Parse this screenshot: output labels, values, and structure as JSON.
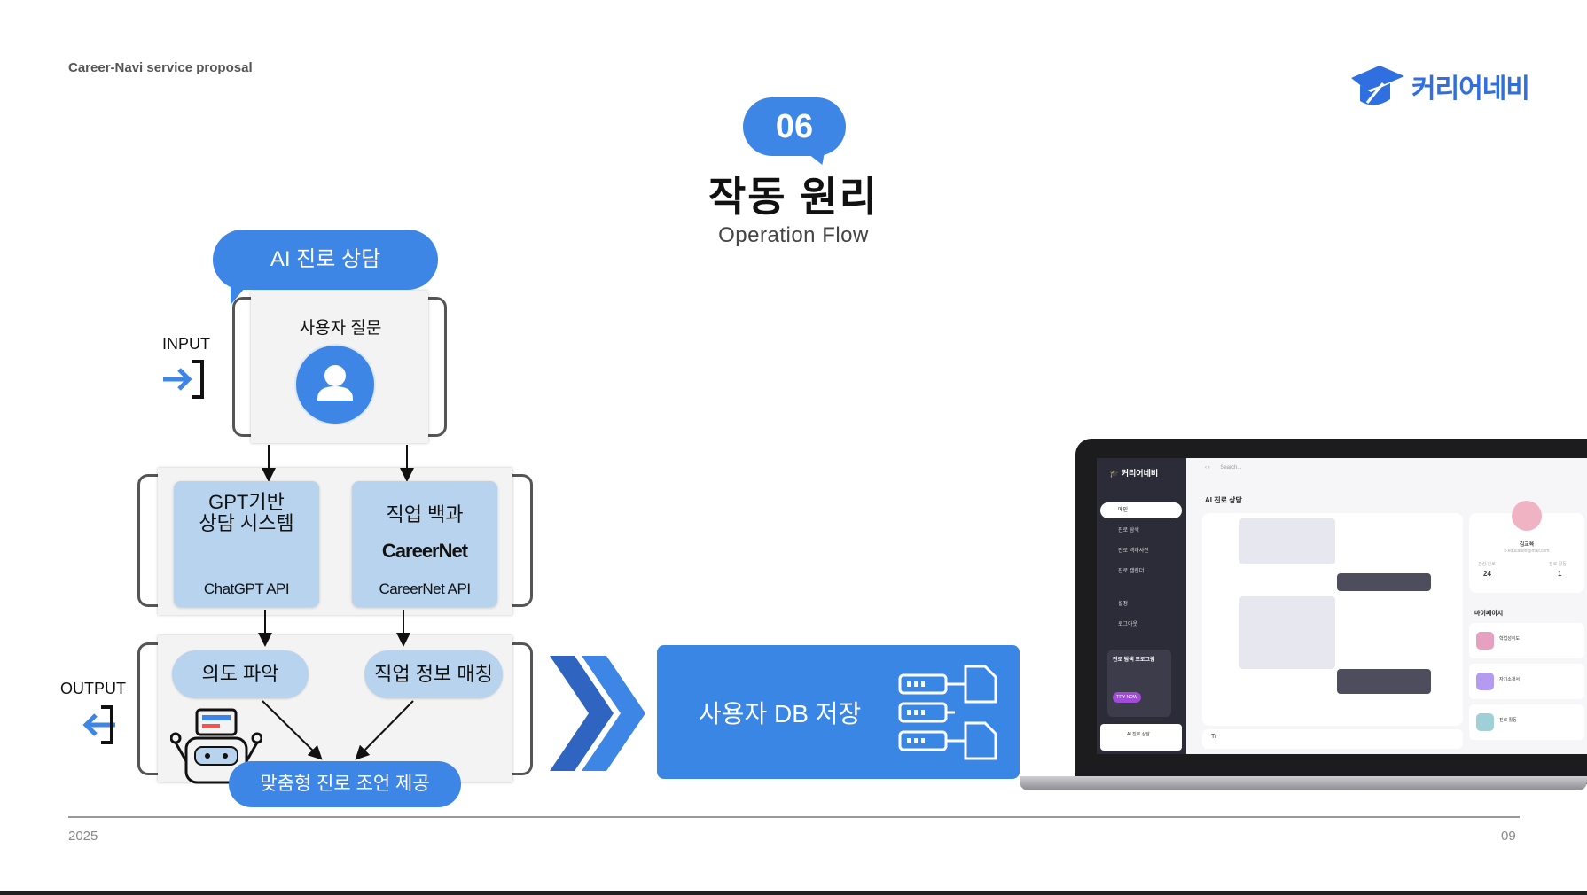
{
  "header": {
    "brand": "Career-Navi service proposal",
    "logo_text": "커리어네비"
  },
  "section": {
    "number": "06",
    "title": "작동 원리",
    "subtitle": "Operation Flow"
  },
  "diagram": {
    "top_pill": "AI 진로 상담",
    "input_label": "INPUT",
    "output_label": "OUTPUT",
    "user_question": "사용자 질문",
    "card_gpt": {
      "title_line1": "GPT기반",
      "title_line2": "상담 시스템",
      "api": "ChatGPT API"
    },
    "card_job": {
      "title": "직업 백과",
      "logo": "CareerNet",
      "api": "CareerNet API"
    },
    "oval_intent": "의도 파악",
    "oval_match": "직업 정보 매칭",
    "result_pill": "맞춤형 진로 조언 제공",
    "db_label": "사용자 DB 저장"
  },
  "screen": {
    "app_name": "커리어네비",
    "search_placeholder": "Search...",
    "page_title": "AI 진로 상담",
    "nav": [
      "메인",
      "진로 탐색",
      "진로 백과사전",
      "진로 캘린더",
      "설정",
      "로그아웃"
    ],
    "promo_title": "진로 탐색 프로그램",
    "promo_button": "TRY NOW",
    "user_item": "AI 진로 상담",
    "profile_name": "김교육",
    "profile_email": "k-education@mail.com",
    "stats": [
      {
        "label": "관심 진로",
        "value": "24"
      },
      {
        "label": "진로 활동",
        "value": "1"
      }
    ],
    "mypage_title": "마이페이지",
    "mypage_items": [
      "학업성취도",
      "자기소개서",
      "진로 활동"
    ],
    "input_placeholder": "Tr"
  },
  "footer": {
    "year": "2025",
    "page": "09"
  },
  "colors": {
    "accent": "#3d86e6",
    "card": "#b7d3ee",
    "bracket": "#555555"
  }
}
